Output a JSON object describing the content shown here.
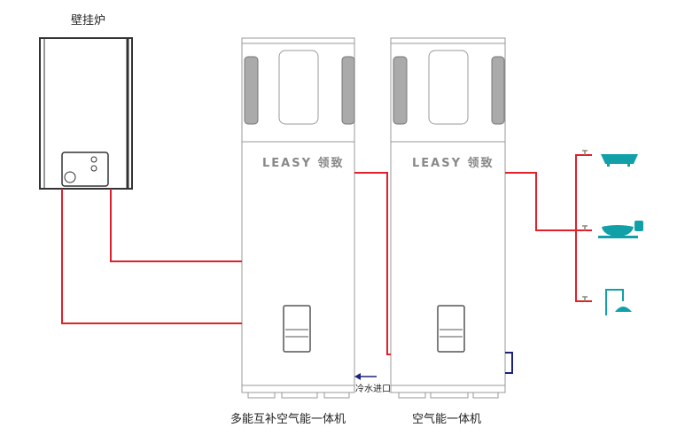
{
  "labels": {
    "boiler": "壁挂炉",
    "hybrid_unit": "多能互补空气能一体机",
    "air_unit": "空气能一体机",
    "cold_water_inlet": "冷水进口"
  },
  "brand": "LEASY 领致",
  "colors": {
    "hot_pipe": "#e0202a",
    "cold_pipe": "#1a237e",
    "fixture": "#11a0a8",
    "outline": "#555555"
  },
  "fixtures": [
    "bathtub-icon",
    "wash-basin-icon",
    "shower-icon"
  ]
}
